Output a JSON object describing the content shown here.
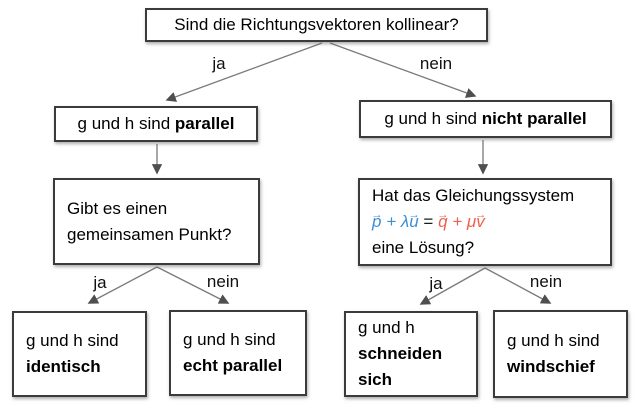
{
  "nodes": {
    "root": {
      "text": "Sind die Richtungsvektoren kollinear?"
    },
    "parallel": {
      "prefix": "g und h sind ",
      "bold": "parallel"
    },
    "not_parallel": {
      "prefix": "g und h sind ",
      "bold": "nicht parallel"
    },
    "common_point": {
      "line1": "Gibt es einen",
      "line2": "gemeinsamen Punkt?"
    },
    "system": {
      "line1": "Hat das Gleichungssystem",
      "equation": {
        "lhs_parts": [
          {
            "text": "p",
            "vec": true
          },
          {
            "text": " + "
          },
          {
            "text": "λ"
          },
          {
            "text": "u",
            "vec": true
          }
        ],
        "equals": " = ",
        "rhs_parts": [
          {
            "text": "q",
            "vec": true
          },
          {
            "text": " + "
          },
          {
            "text": "μ"
          },
          {
            "text": "v",
            "vec": true
          }
        ]
      },
      "line3": "eine Lösung?"
    },
    "identisch": {
      "line1": "g und h sind",
      "bold": "identisch"
    },
    "echt_parallel": {
      "line1": "g und h sind",
      "bold": "echt parallel"
    },
    "schneiden": {
      "line1": "g und h",
      "bold_lines": [
        "schneiden",
        "sich"
      ]
    },
    "windschief": {
      "line1": "g und h sind",
      "bold": "windschief"
    }
  },
  "edges": {
    "root_yes": "ja",
    "root_no": "nein",
    "common_yes": "ja",
    "common_no": "nein",
    "system_yes": "ja",
    "system_no": "nein"
  },
  "colors": {
    "equation_lhs_blue": "#3d8ed2",
    "equation_rhs_red": "#ef614e",
    "box_border": "#3b3b3b",
    "arrow_line": "#7a7a7a",
    "arrow_head": "#4f4f4f"
  }
}
